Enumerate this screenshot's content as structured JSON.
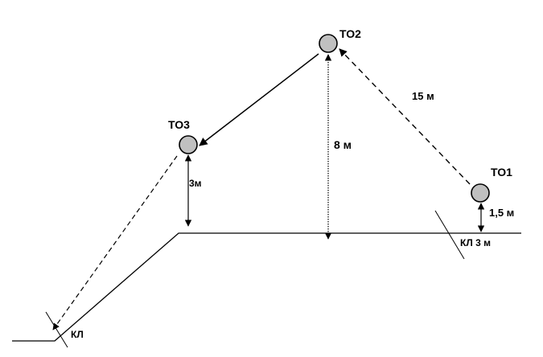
{
  "points": {
    "to1": "ТО1",
    "to2": "ТО2",
    "to3": "ТО3"
  },
  "distances": {
    "to1_to2": "15 м",
    "to2_height": "8 м",
    "to3_height": "3м",
    "to1_height": "1,5 м"
  },
  "markers": {
    "kl_left": "КЛ",
    "kl_right": "КЛ 3 м"
  },
  "colors": {
    "node_fill": "#c0c0c0",
    "line": "#000000",
    "background": "#ffffff"
  }
}
